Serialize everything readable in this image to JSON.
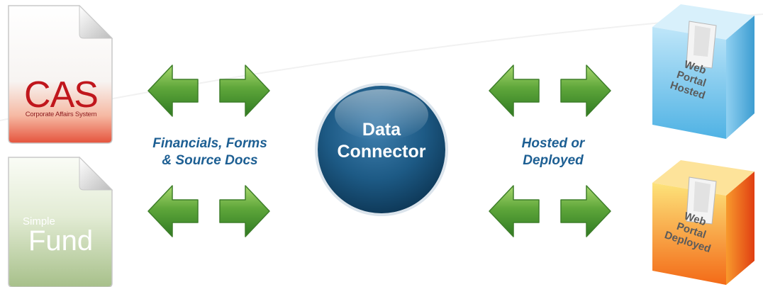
{
  "sources": {
    "cas": {
      "title": "CAS",
      "subtitle": "Corporate Affairs System"
    },
    "simple_fund": {
      "line1": "Simple",
      "line2": "Fund"
    }
  },
  "labels": {
    "left_line1": "Financials, Forms",
    "left_line2": "& Source Docs",
    "right_line1": "Hosted or",
    "right_line2": "Deployed"
  },
  "connector": {
    "line1": "Data",
    "line2": "Connector"
  },
  "portals": {
    "hosted": {
      "line1": "Web",
      "line2": "Portal",
      "line3": "Hosted"
    },
    "deployed": {
      "line1": "Web",
      "line2": "Portal",
      "line3": "Deployed"
    }
  },
  "colors": {
    "arrow_green": "#5ea63a",
    "label_blue": "#1d5f93",
    "connector_blue": "#1a5279",
    "cas_red": "#c0161c",
    "fund_green": "#9cb77d",
    "cube_blue": "#6fc4ec",
    "cube_orange": "#f58a1f"
  }
}
